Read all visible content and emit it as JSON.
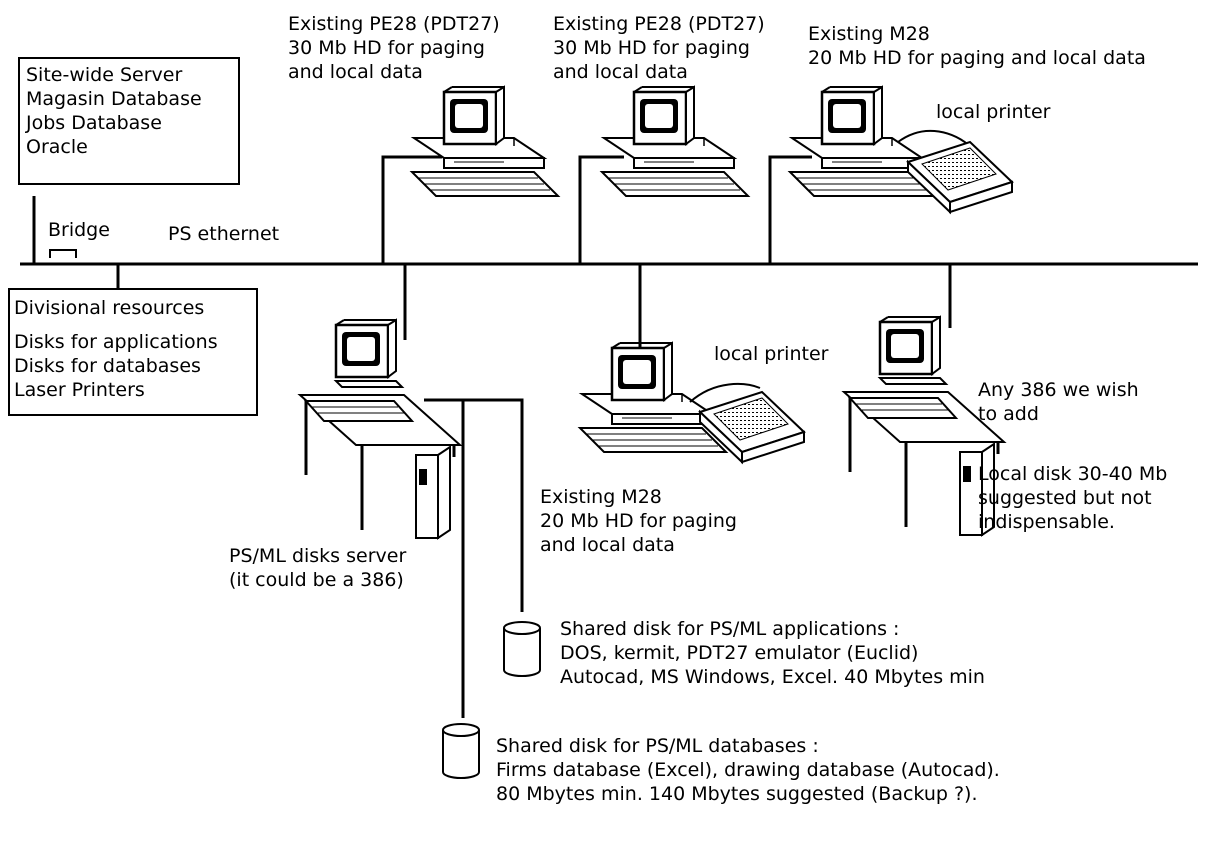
{
  "site_server": {
    "lines": [
      "Site-wide Server",
      "Magasin Database",
      "Jobs Database",
      "Oracle"
    ]
  },
  "bridge_label": "Bridge",
  "network_label": "PS ethernet",
  "divisional": {
    "title": "Divisional resources",
    "lines": [
      "Disks for applications",
      "Disks for databases",
      "Laser Printers"
    ]
  },
  "top_pc_1": {
    "lines": [
      "Existing PE28 (PDT27)",
      "30 Mb HD for paging",
      "and local data"
    ]
  },
  "top_pc_2": {
    "lines": [
      "Existing PE28 (PDT27)",
      "30 Mb HD for paging",
      "and local data"
    ]
  },
  "top_pc_3": {
    "lines": [
      "Existing M28",
      "20 Mb HD for paging and local data"
    ]
  },
  "top_printer_label": "local printer",
  "server": {
    "lines": [
      "PS/ML disks server",
      "(it could be a 386)"
    ]
  },
  "m28_bottom": {
    "lines": [
      "Existing M28",
      "20 Mb HD for paging",
      "and local data"
    ]
  },
  "mid_printer_label": "local printer",
  "pc386": {
    "lines": [
      "Any 386 we wish",
      "to add"
    ],
    "disk_lines": [
      "Local disk 30-40 Mb",
      "suggested but not",
      "indispensable."
    ]
  },
  "disk_apps": {
    "lines": [
      "Shared disk for PS/ML applications :",
      "DOS, kermit, PDT27 emulator (Euclid)",
      "Autocad, MS Windows, Excel. 40 Mbytes min"
    ]
  },
  "disk_db": {
    "lines": [
      "Shared disk for PS/ML databases :",
      "Firms database (Excel), drawing database (Autocad).",
      "80 Mbytes min. 140 Mbytes suggested (Backup ?)."
    ]
  }
}
